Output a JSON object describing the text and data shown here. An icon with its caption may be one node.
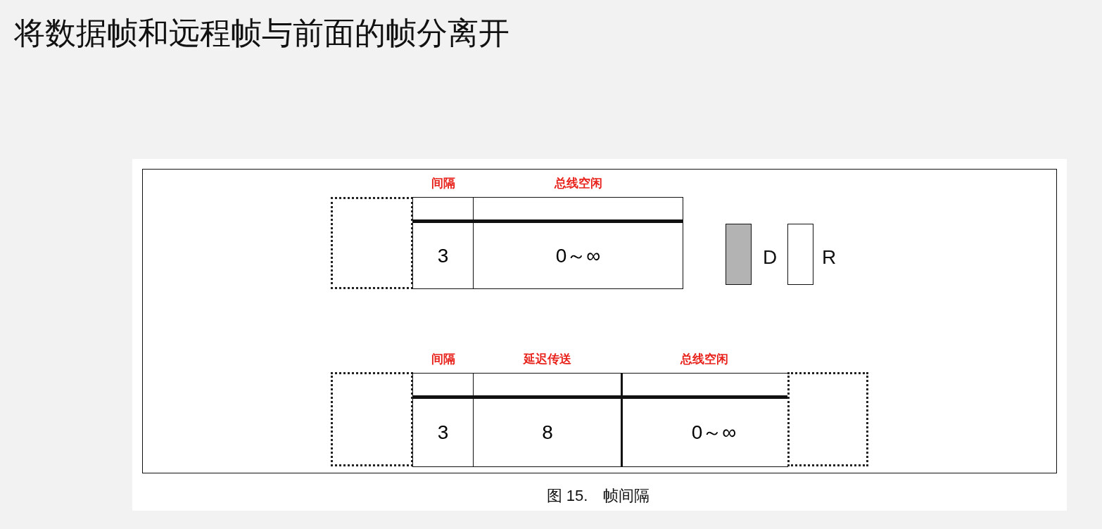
{
  "diagram": {
    "title": "将数据帧和远程帧与前面的帧分离开",
    "caption": "图 15.　帧间隔",
    "nodes": [
      {
        "text": [],
        "shape": "box"
      },
      {
        "text": [
          "间隔",
          "3"
        ]
      },
      {
        "text": [
          "总线空闲",
          "0～∞"
        ]
      },
      {
        "text": [],
        "shape": "box"
      },
      {
        "text": [
          "间隔",
          "3"
        ]
      },
      {
        "text": [
          "延迟传送",
          "8"
        ]
      },
      {
        "text": [
          "总线空闲",
          "0～∞"
        ]
      },
      {
        "text": [],
        "shape": "box"
      }
    ],
    "legend": [
      {
        "text": "D",
        "color": "#b3b3b3"
      },
      {
        "text": "R",
        "color": "#ffffff"
      }
    ]
  }
}
